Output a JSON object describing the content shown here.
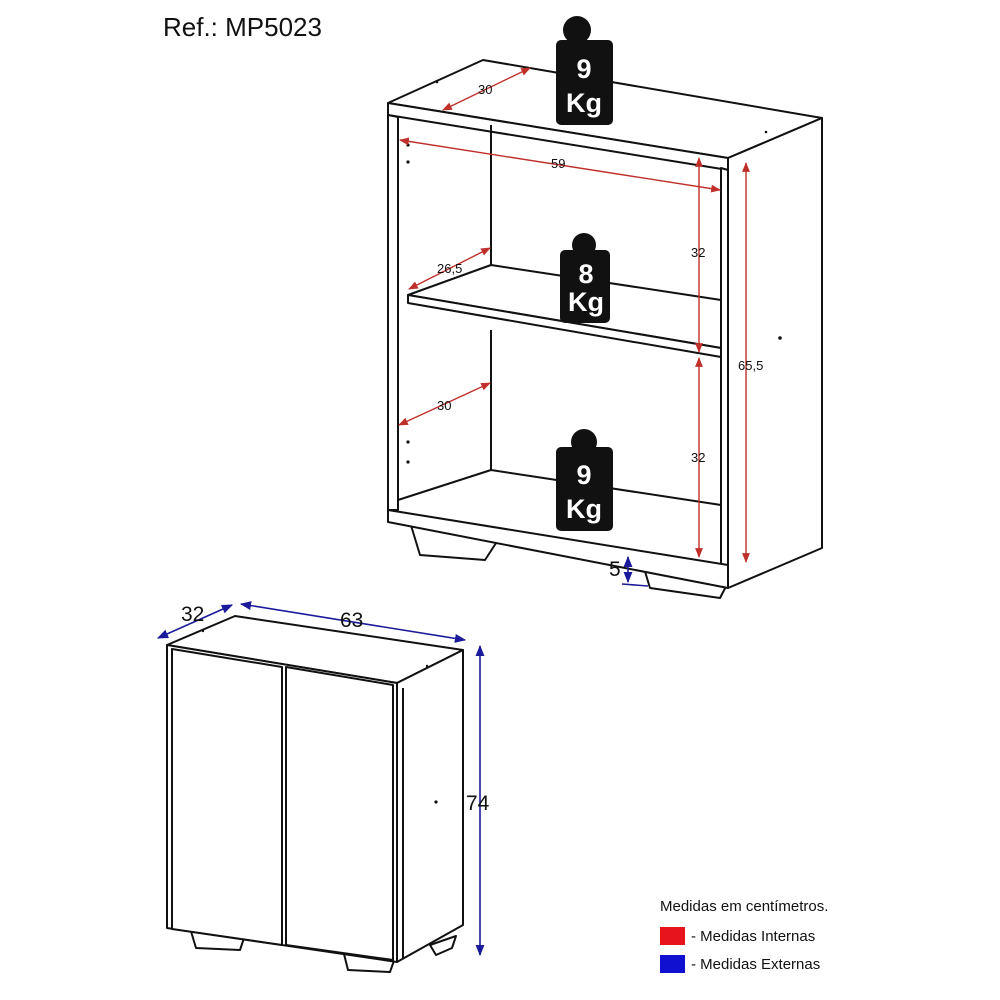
{
  "title": "Ref.: MP5023",
  "internal_dimensions": {
    "top_depth": "30",
    "inner_width": "59",
    "upper_height": "32",
    "lower_height": "32",
    "shelf_depth": "26,5",
    "bottom_depth": "30",
    "total_inner_height": "65,5"
  },
  "external_dimensions": {
    "foot_height": "5",
    "depth": "32",
    "width": "63",
    "height": "74"
  },
  "weights": [
    {
      "value": "9",
      "unit": "Kg"
    },
    {
      "value": "8",
      "unit": "Kg"
    },
    {
      "value": "9",
      "unit": "Kg"
    }
  ],
  "legend": {
    "note": "Medidas em centímetros.",
    "items": [
      {
        "label": "- Medidas Internas",
        "color": "#e8141b"
      },
      {
        "label": "- Medidas Externas",
        "color": "#1010d0"
      }
    ]
  }
}
